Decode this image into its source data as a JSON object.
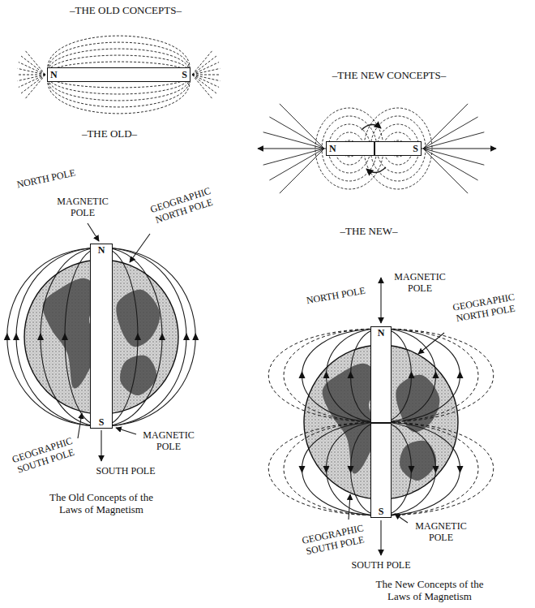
{
  "diagram": {
    "nodes": [
      {
        "text": [
          "N",
          "S"
        ]
      },
      {
        "text": [
          "N",
          "S"
        ]
      },
      {
        "text": [
          "N",
          "S"
        ]
      },
      {
        "text": [
          "N",
          "S"
        ]
      }
    ],
    "labels": [
      "–THE OLD CONCEPTS–",
      "–THE NEW CONCEPTS–",
      "–THE OLD–",
      "NORTH POLE",
      "MAGNETIC POLE",
      "GEOGRAPHIC NORTH POLE",
      "MAGNETIC POLE",
      "GEOGRAPHIC SOUTH POLE",
      "SOUTH POLE",
      "The Old Concepts of the Laws of Magnetism",
      "–THE NEW–",
      "NORTH POLE",
      "MAGNETIC POLE",
      "GEOGRAPHIC NORTH POLE",
      "GEOGRAPHIC SOUTH POLE",
      "MAGNETIC POLE",
      "SOUTH POLE",
      "The New Concepts of the Laws of Magnetism"
    ]
  }
}
